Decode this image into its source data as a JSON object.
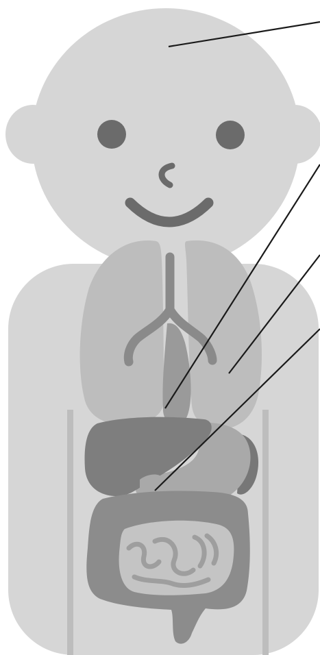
{
  "figure": {
    "subject": "child-body-anatomy",
    "labels": []
  },
  "colors": {
    "background": "#ffffff",
    "body": "#d6d6d6",
    "features": "#6b6b6b",
    "lung": "#bdbdbd",
    "trachea": "#8a8a8a",
    "heart_vessels": "#9a9a9a",
    "liver": "#7e7e7e",
    "stomach": "#a9a9a9",
    "spleen": "#777777",
    "large_intestine": "#8c8c8c",
    "small_intestine_bg": "#c4c4c4",
    "small_intestine_loops": "#9e9e9e",
    "leader_line": "#1a1a1a"
  },
  "leader_lines": [
    {
      "id": "brain",
      "target": "head"
    },
    {
      "id": "heart",
      "target": "heart"
    },
    {
      "id": "lung",
      "target": "lung"
    },
    {
      "id": "stomach",
      "target": "stomach"
    }
  ]
}
